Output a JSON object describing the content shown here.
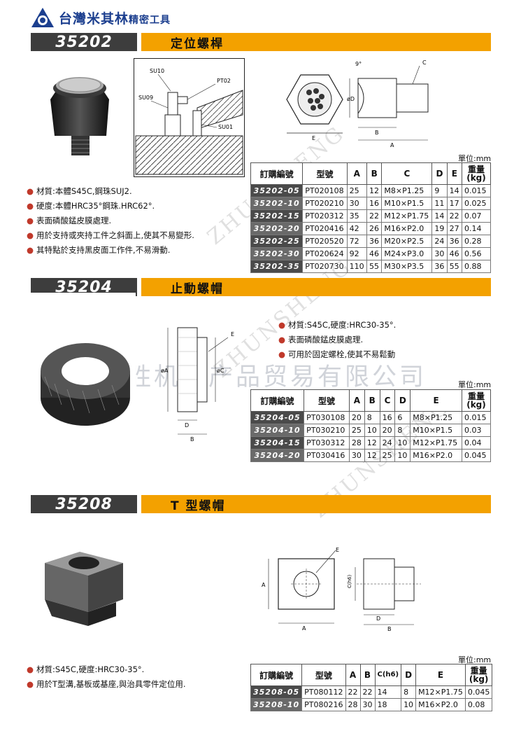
{
  "brand": {
    "name": "台灣米其林",
    "suffix": "精密工具",
    "logo_icon": "gear-logo-icon"
  },
  "unit_label": "單位:mm",
  "watermark_cn": "天津准胜机电产品贸易有限公司",
  "watermark_en": "ZHUNSHENG",
  "sections": [
    {
      "code": "35202",
      "title": "定位螺桿",
      "notes": [
        "材質:本體S45C,鋼珠SUJ2.",
        "硬度:本體HRC35°鋼珠.HRC62°.",
        "表面磷酸錳皮膜處理.",
        "用於支持或夾持工件之斜面上,使其不易變形.",
        "其特點於支持黑皮面工作件,不易滑動."
      ],
      "diagram_labels": {
        "su10": "SU10",
        "pt02": "PT02",
        "su09": "SU09",
        "su01": "SU01",
        "angle": "9°",
        "c": "C",
        "d": "øD",
        "e": "E",
        "b": "B",
        "a": "A"
      },
      "table": {
        "headers": [
          "訂購編號",
          "型號",
          "A",
          "B",
          "C",
          "D",
          "E",
          "重量(kg)"
        ],
        "rows": [
          [
            "35202-05",
            "PT020108",
            "25",
            "12",
            "M8×P1.25",
            "9",
            "14",
            "0.015"
          ],
          [
            "35202-10",
            "PT020210",
            "30",
            "16",
            "M10×P1.5",
            "11",
            "17",
            "0.025"
          ],
          [
            "35202-15",
            "PT020312",
            "35",
            "22",
            "M12×P1.75",
            "14",
            "22",
            "0.07"
          ],
          [
            "35202-20",
            "PT020416",
            "42",
            "26",
            "M16×P2.0",
            "19",
            "27",
            "0.14"
          ],
          [
            "35202-25",
            "PT020520",
            "72",
            "36",
            "M20×P2.5",
            "24",
            "36",
            "0.28"
          ],
          [
            "35202-30",
            "PT020624",
            "92",
            "46",
            "M24×P3.0",
            "30",
            "46",
            "0.56"
          ],
          [
            "35202-35",
            "PT020730",
            "110",
            "55",
            "M30×P3.5",
            "36",
            "55",
            "0.88"
          ]
        ]
      }
    },
    {
      "code": "35204",
      "title": "止動螺帽",
      "notes": [
        "材質:S45C,硬度:HRC30-35°.",
        "表面磷酸錳皮膜處理.",
        "可用於固定螺栓,使其不易鬆動"
      ],
      "diagram_labels": {
        "a": "øA",
        "c": "øC",
        "e": "E",
        "d": "D",
        "b": "B"
      },
      "table": {
        "headers": [
          "訂購編號",
          "型號",
          "A",
          "B",
          "C",
          "D",
          "E",
          "重量(kg)"
        ],
        "rows": [
          [
            "35204-05",
            "PT030108",
            "20",
            "8",
            "16",
            "6",
            "M8×P1.25",
            "0.015"
          ],
          [
            "35204-10",
            "PT030210",
            "25",
            "10",
            "20",
            "8",
            "M10×P1.5",
            "0.03"
          ],
          [
            "35204-15",
            "PT030312",
            "28",
            "12",
            "24",
            "10",
            "M12×P1.75",
            "0.04"
          ],
          [
            "35204-20",
            "PT030416",
            "30",
            "12",
            "25",
            "10",
            "M16×P2.0",
            "0.045"
          ]
        ]
      }
    },
    {
      "code": "35208",
      "title": "T 型螺帽",
      "notes": [
        "材質:S45C,硬度:HRC30-35°.",
        "用於T型溝,基板或基座,與治具零件定位用."
      ],
      "diagram_labels": {
        "e": "E",
        "a": "A",
        "c": "C(h6)",
        "a2": "A",
        "d": "D",
        "b": "B"
      },
      "table": {
        "headers": [
          "訂購編號",
          "型號",
          "A",
          "B",
          "C(h6)",
          "D",
          "E",
          "重量(kg)"
        ],
        "rows": [
          [
            "35208-05",
            "PT080112",
            "22",
            "22",
            "14",
            "8",
            "M12×P1.75",
            "0.045"
          ],
          [
            "35208-10",
            "PT080216",
            "28",
            "30",
            "18",
            "10",
            "M16×P2.0",
            "0.08"
          ]
        ]
      }
    }
  ]
}
